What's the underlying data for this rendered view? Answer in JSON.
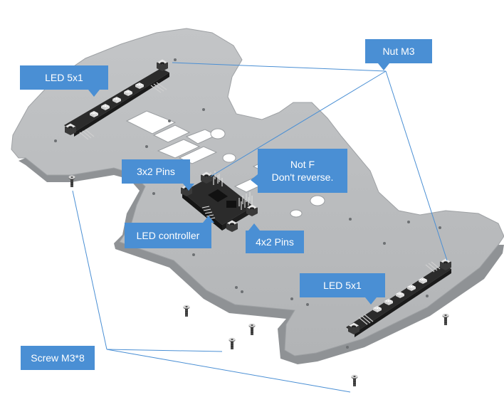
{
  "callouts": {
    "led_top": "LED 5x1",
    "nut": "Nut M3",
    "pins_3x2": "3x2 Pins",
    "not_f_line1": "Not F",
    "not_f_line2": "Don't reverse.",
    "led_controller": "LED controller",
    "pins_4x2": "4x2 Pins",
    "led_bottom": "LED 5x1",
    "screw": "Screw M3*8"
  },
  "colors": {
    "callout_fill": "#4a8fd4",
    "callout_text": "#ffffff",
    "leader_line": "#4a8fd4",
    "plate_fill": "#b9bbbd",
    "plate_edge": "#8f9295",
    "pcb_fill": "#2b2b2b",
    "led_fill": "#f2f2f2"
  },
  "icons": {
    "nut": "hex-nut-icon",
    "screw": "screw-icon",
    "led_chip": "led-chip-icon",
    "pin_header": "pin-header-icon"
  }
}
